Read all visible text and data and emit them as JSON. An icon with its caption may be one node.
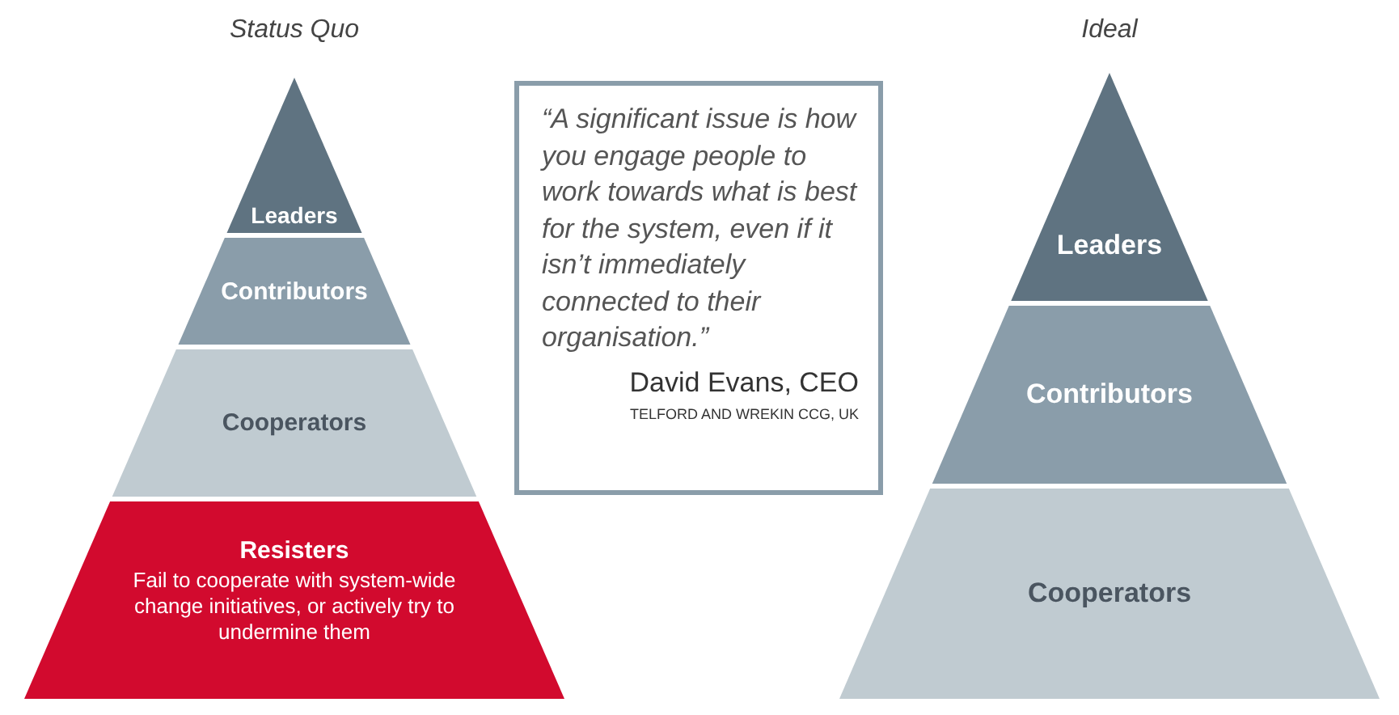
{
  "diagram": {
    "nodes": [
      {
        "text": [
          "Leaders"
        ]
      },
      {
        "text": [
          "Contributors"
        ]
      },
      {
        "text": [
          "Cooperators"
        ]
      },
      {
        "text": [
          "Resisters",
          "Fail to cooperate with system-wide change initiatives, or actively try to undermine them"
        ]
      },
      {
        "text": [
          "“A significant issue is how you engage people to work towards what is best for the system, even if it isn’t immediately connected to their organisation.”",
          "David Evans, CEO",
          "TELFORD AND WREKIN CCG, UK"
        ]
      },
      {
        "text": [
          "Leaders"
        ]
      },
      {
        "text": [
          "Contributors"
        ]
      },
      {
        "text": [
          "Cooperators"
        ]
      }
    ],
    "labels": [
      "Status Quo",
      "Ideal"
    ]
  }
}
